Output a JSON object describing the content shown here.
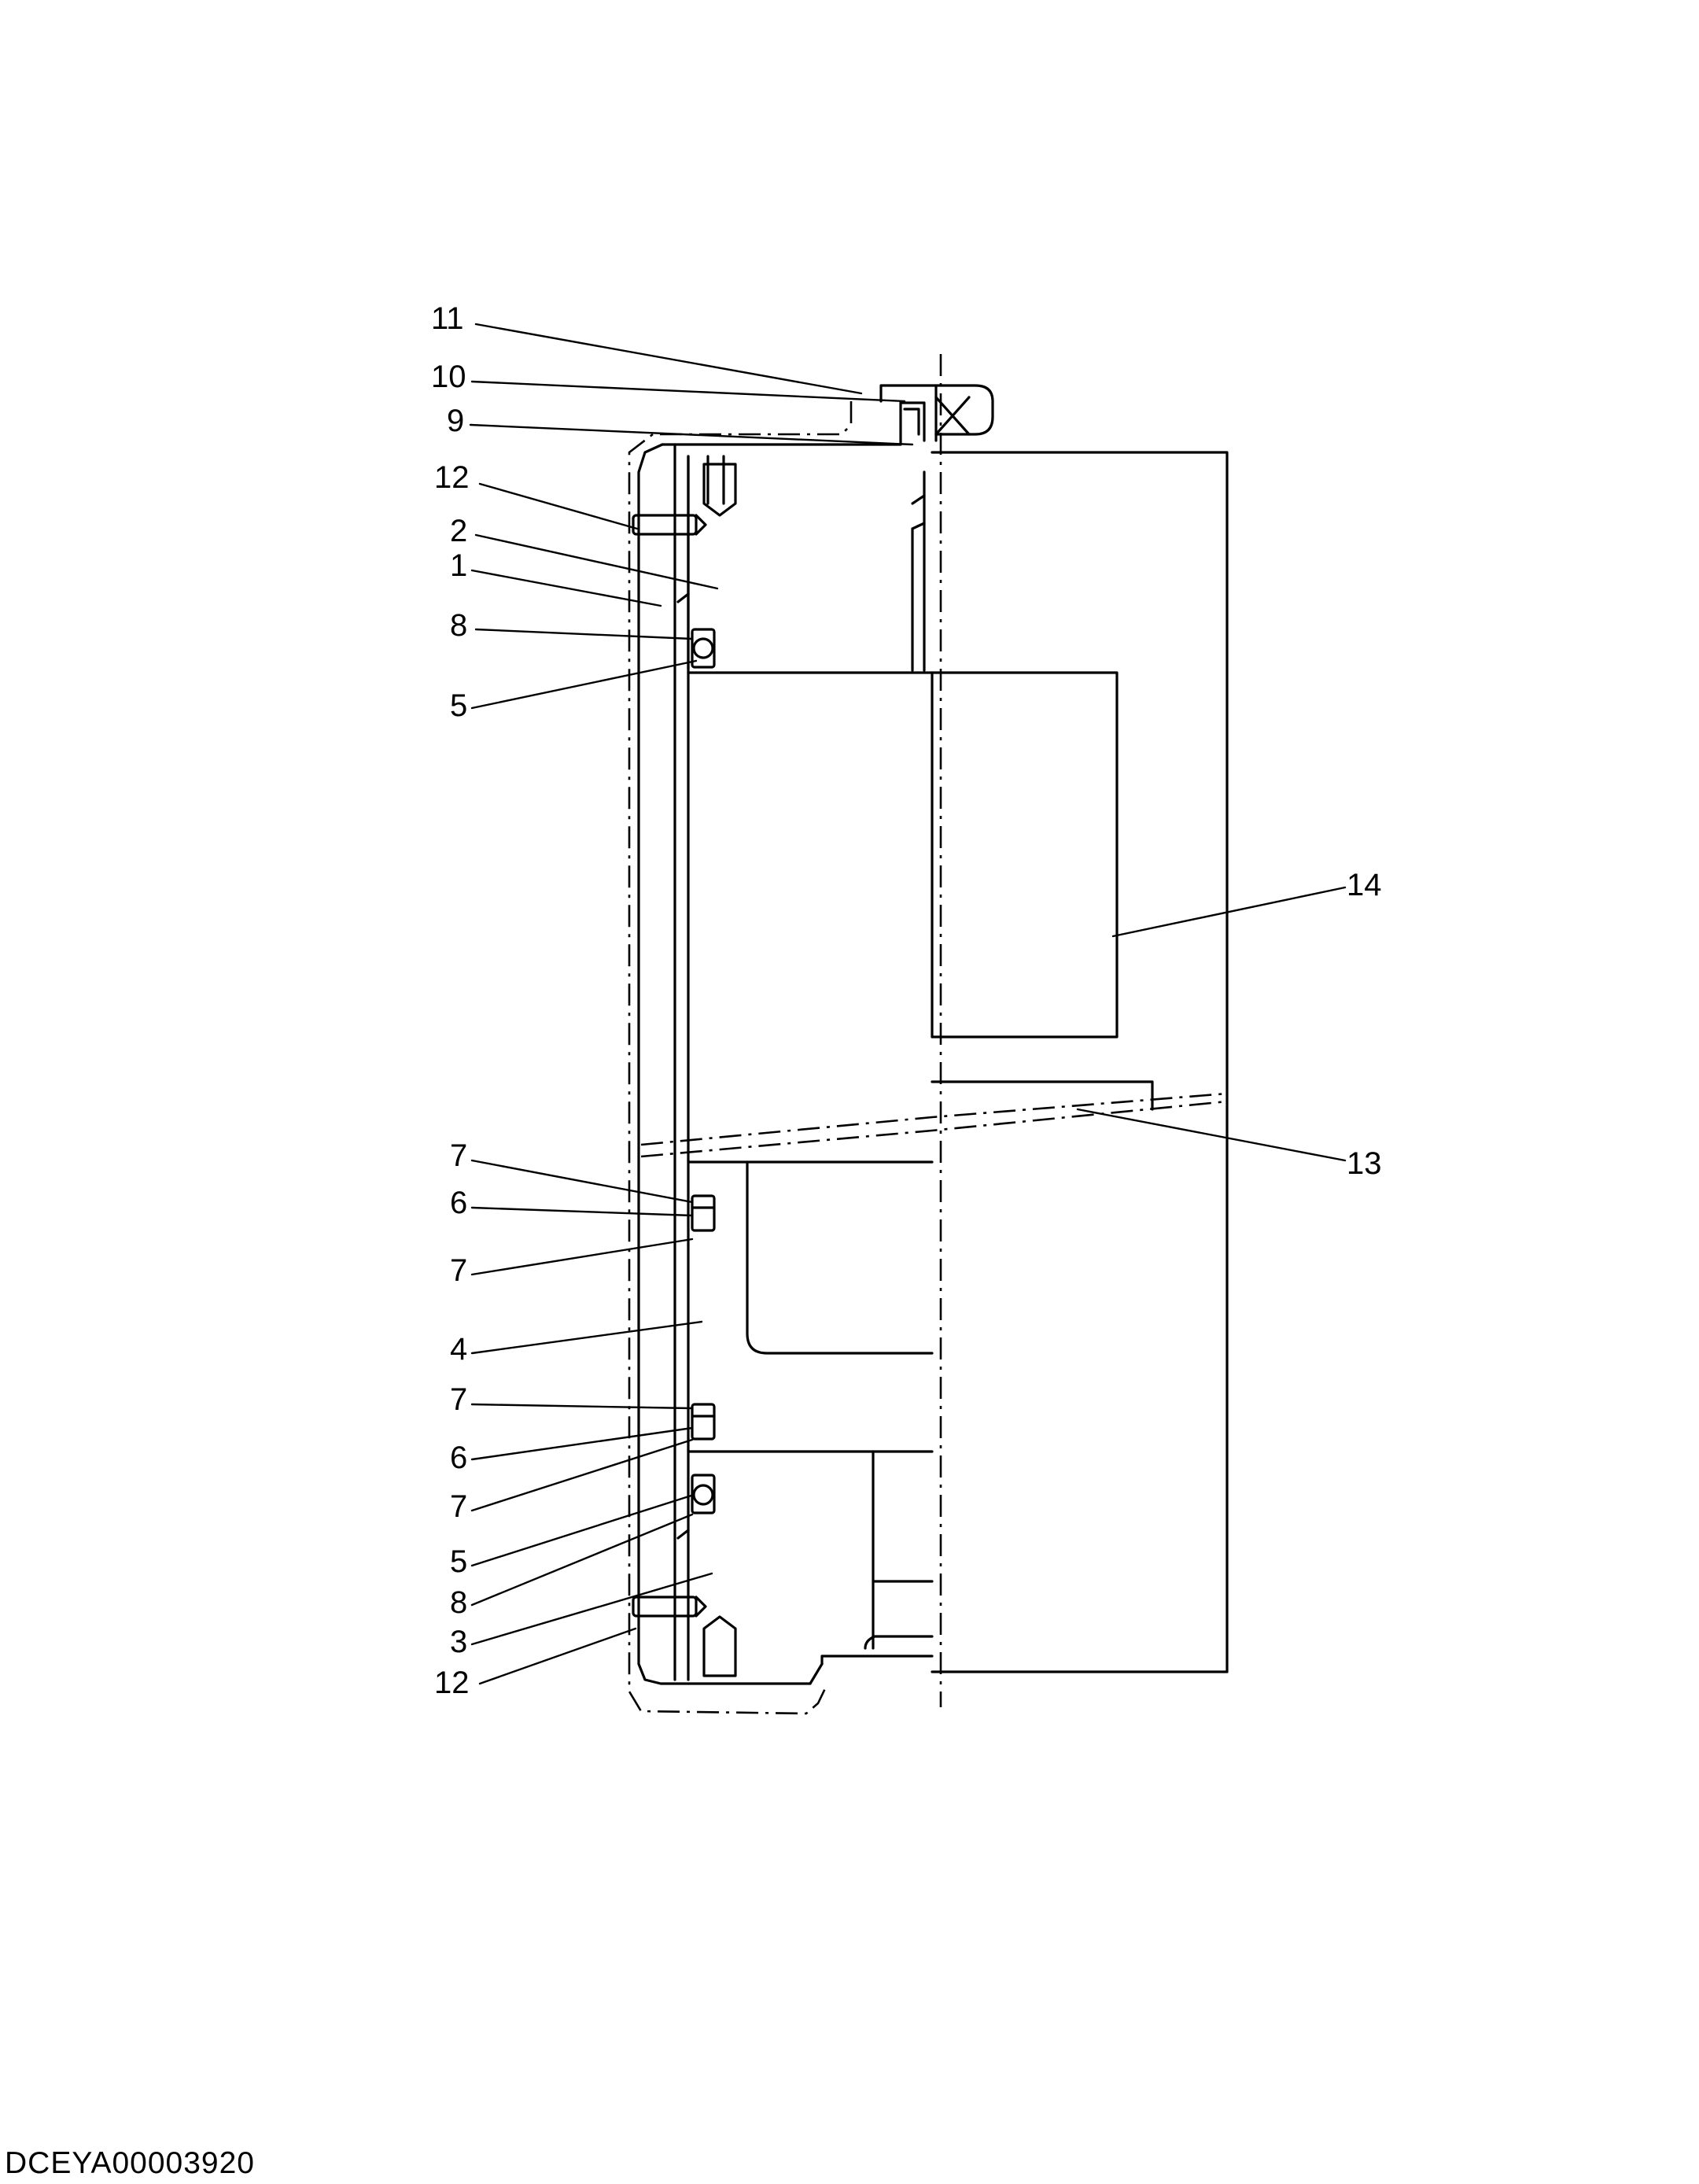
{
  "drawing_code": "DCEYA00003920",
  "callouts": {
    "c11": "11",
    "c10": "10",
    "c9": "9",
    "c12a": "12",
    "c2": "2",
    "c1": "1",
    "c8a": "8",
    "c5a": "5",
    "c14": "14",
    "c13": "13",
    "c7a": "7",
    "c6a": "6",
    "c7b": "7",
    "c4": "4",
    "c7c": "7",
    "c6b": "6",
    "c7d": "7",
    "c5b": "5",
    "c8b": "8",
    "c3": "3",
    "c12b": "12"
  },
  "icons": [
    "section-diagram"
  ]
}
